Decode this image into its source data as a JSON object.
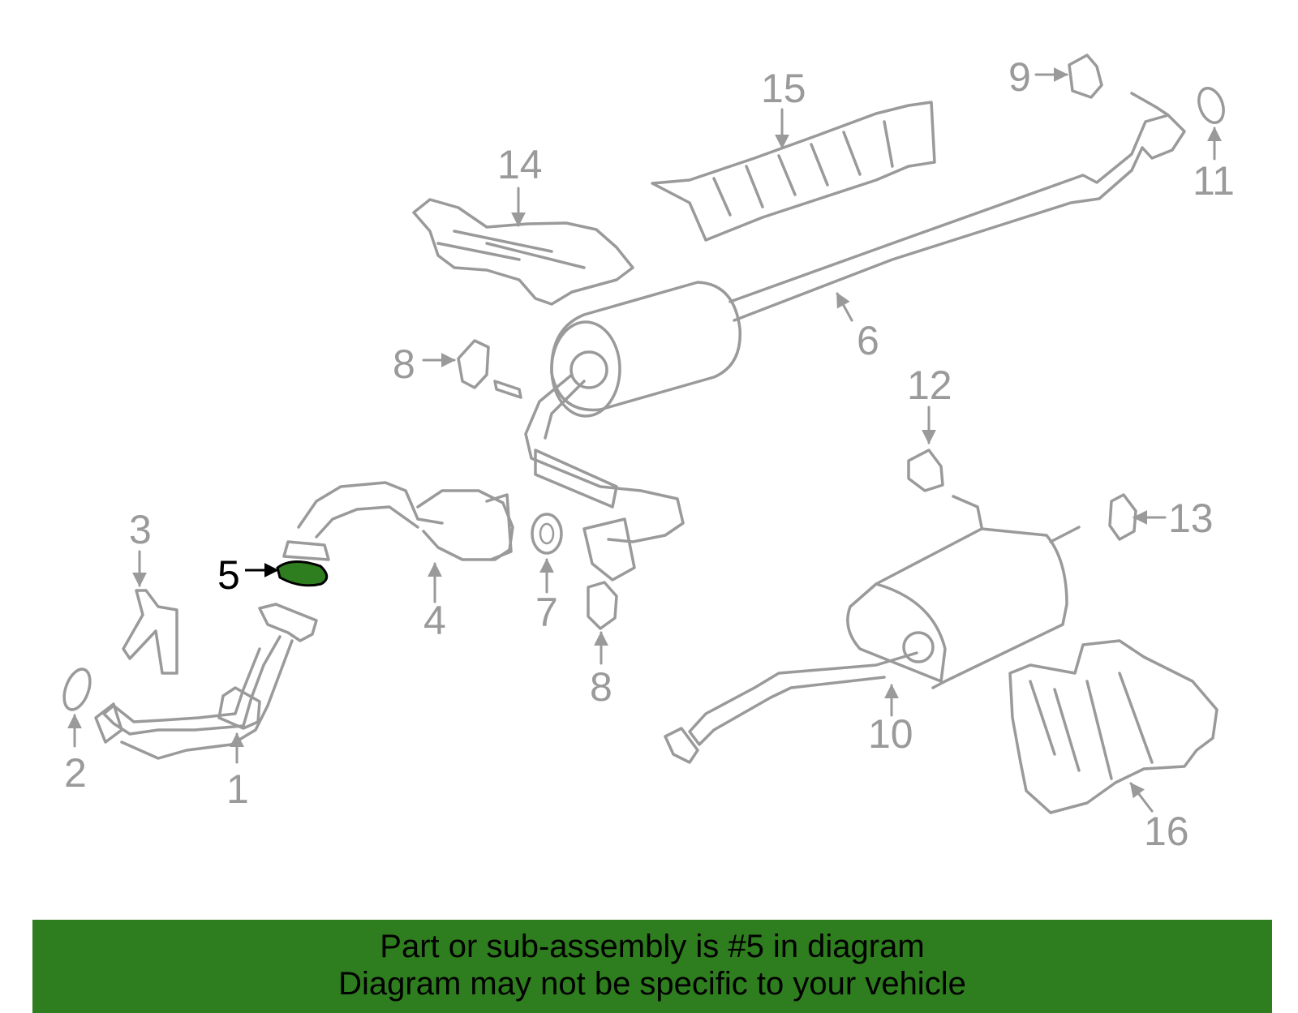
{
  "callouts": [
    {
      "label": "1"
    },
    {
      "label": "2"
    },
    {
      "label": "3"
    },
    {
      "label": "4"
    },
    {
      "label": "5",
      "highlighted": true
    },
    {
      "label": "6"
    },
    {
      "label": "7"
    },
    {
      "label": "8"
    },
    {
      "label": "8"
    },
    {
      "label": "9"
    },
    {
      "label": "10"
    },
    {
      "label": "11"
    },
    {
      "label": "12"
    },
    {
      "label": "13"
    },
    {
      "label": "14"
    },
    {
      "label": "15"
    },
    {
      "label": "16"
    }
  ],
  "banner": {
    "line1": "Part or sub-assembly is #5 in diagram",
    "line2": "Diagram may not be specific to your vehicle"
  },
  "colors": {
    "outline": "#9a9a9a",
    "highlight_fill": "#2e7d1e",
    "banner_bg": "#2e7d1e",
    "label": "#9a9a9a",
    "highlight_label": "#000000"
  }
}
